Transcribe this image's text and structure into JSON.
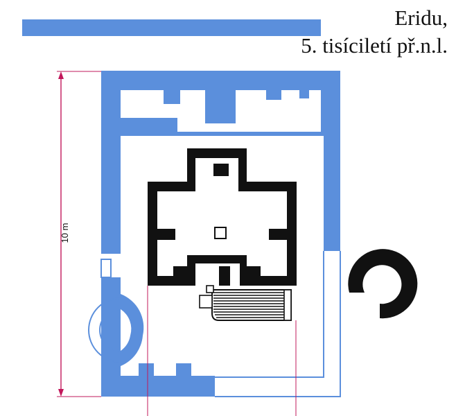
{
  "header": {
    "title": "Eridu,",
    "subtitle": "5. tisíciletí př.n.l."
  },
  "dimension": {
    "label": "10 m"
  },
  "colors": {
    "wall_blue": "#5b8fdc",
    "temple_black": "#111111",
    "dimension_red": "#c2185b",
    "outline_blue": "#5b8fdc",
    "text": "#111111",
    "background": "#ffffff"
  }
}
